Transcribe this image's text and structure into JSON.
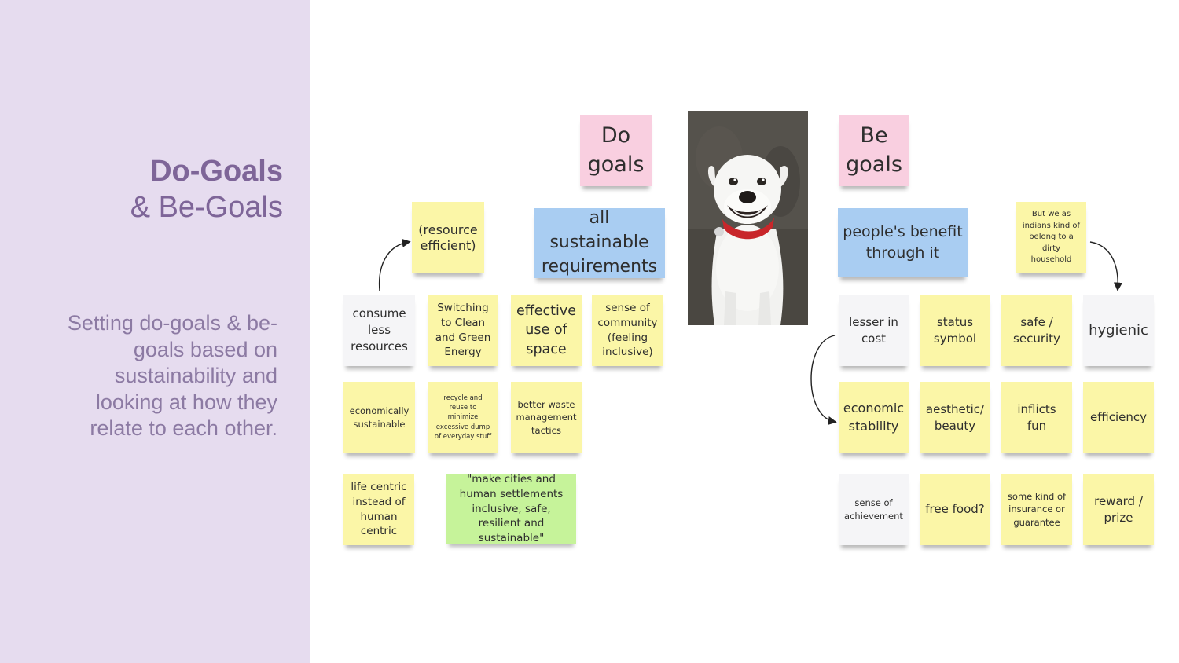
{
  "sidebar": {
    "title_bold": "Do-Goals",
    "title_light": "& Be-Goals",
    "description": "Setting do-goals & be-goals based on sustainability and looking at how they relate to each other."
  },
  "do": {
    "header": "Do goals",
    "category": "all sustainable requirements",
    "resource_note": "(resource efficient)",
    "row1": [
      "consume less resources",
      "Switching to Clean and Green Energy",
      "effective use of space",
      "sense of community (feeling inclusive)"
    ],
    "row2": [
      "economically sustainable",
      "recycle and reuse to minimize excessive dump of everyday stuff",
      "better waste management tactics"
    ],
    "row3": [
      "life centric instead of human centric"
    ],
    "quote": "\"make cities and human settlements inclusive, safe, resilient and sustainable\""
  },
  "be": {
    "header": "Be goals",
    "category": "people's benefit through it",
    "side_note": "But we as indians kind of belong to a dirty household",
    "row1": [
      "lesser in cost",
      "status symbol",
      "safe / security",
      "hygienic"
    ],
    "row2": [
      "economic stability",
      "aesthetic/ beauty",
      "inflicts fun",
      "efficiency"
    ],
    "row3": [
      "sense of achievement",
      "free food?",
      "some kind of insurance or guarantee",
      "reward / prize"
    ]
  },
  "colors": {
    "sidebar_bg": "#e6dcef",
    "title": "#7e6598",
    "yellow": "#fbf6a7",
    "pink": "#f9cfe0",
    "blue": "#a9cdf2",
    "gray": "#f5f5f7",
    "green": "#c6f39a"
  },
  "image": "smiling-white-dog-photo"
}
